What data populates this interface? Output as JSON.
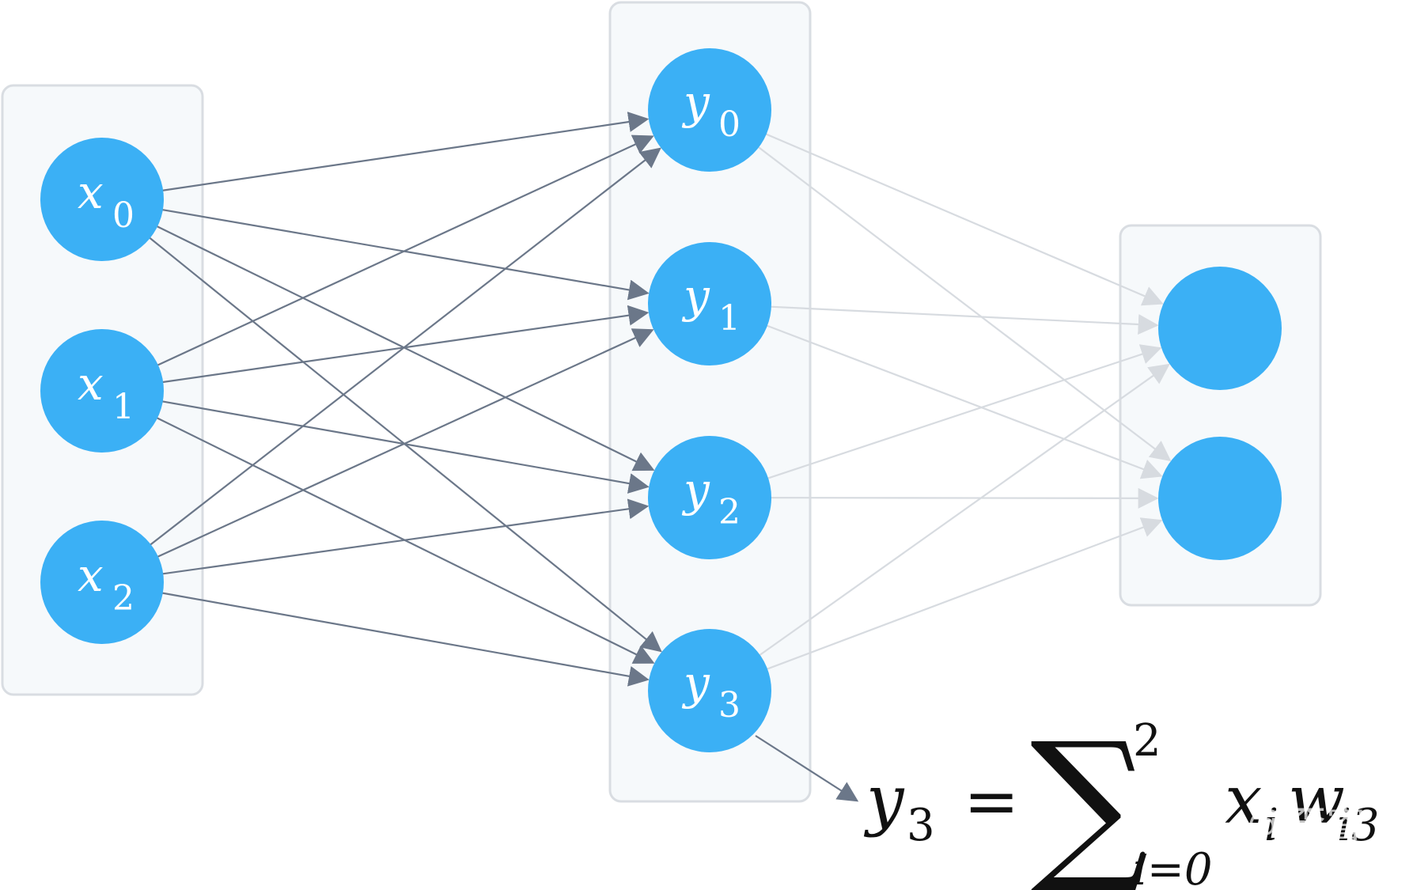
{
  "colors": {
    "node": "#3bb0f5",
    "layer_box_fill": "#f6f9fb",
    "layer_box_stroke": "#d9dde2",
    "active_edge": "#6b7789",
    "faded_edge": "#d7dbe0",
    "formula_text": "#111111"
  },
  "layers": [
    {
      "id": "input",
      "nodes": [
        {
          "id": "x0",
          "var": "x",
          "sub": "0"
        },
        {
          "id": "x1",
          "var": "x",
          "sub": "1"
        },
        {
          "id": "x2",
          "var": "x",
          "sub": "2"
        }
      ]
    },
    {
      "id": "hidden",
      "nodes": [
        {
          "id": "y0",
          "var": "y",
          "sub": "0"
        },
        {
          "id": "y1",
          "var": "y",
          "sub": "1"
        },
        {
          "id": "y2",
          "var": "y",
          "sub": "2"
        },
        {
          "id": "y3",
          "var": "y",
          "sub": "3"
        }
      ]
    },
    {
      "id": "output",
      "nodes": [
        {
          "id": "o0",
          "var": "",
          "sub": ""
        },
        {
          "id": "o1",
          "var": "",
          "sub": ""
        }
      ]
    }
  ],
  "formula": {
    "lhs_var": "y",
    "lhs_sub": "3",
    "equals": "=",
    "sum_symbol": "∑",
    "upper_limit": "2",
    "lower_limit": "i=0",
    "term_var_1": "x",
    "term_sub_1": "i",
    "term_var_2": "w",
    "term_sub_2": "i3"
  },
  "watermark": "知乎 @李睿"
}
